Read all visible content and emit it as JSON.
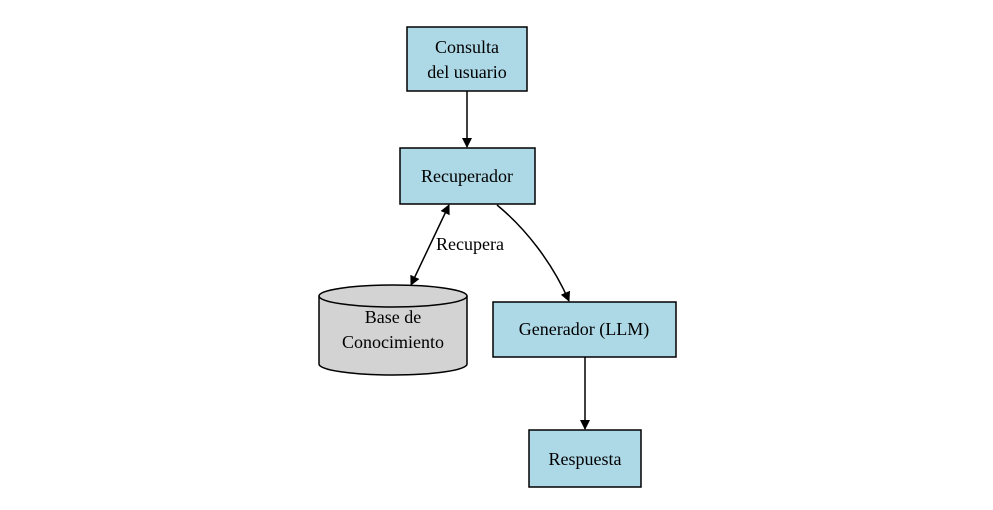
{
  "diagram": {
    "type": "flowchart",
    "colors": {
      "process_fill": "#add8e6",
      "database_fill": "#d3d3d3",
      "stroke": "#000000",
      "background": "#ffffff"
    },
    "nodes": {
      "consulta": {
        "lines": [
          "Consulta",
          "del usuario"
        ],
        "shape": "box"
      },
      "recuperador": {
        "lines": [
          "Recuperador"
        ],
        "shape": "box"
      },
      "base": {
        "lines": [
          "Base de",
          "Conocimiento"
        ],
        "shape": "cylinder"
      },
      "generador": {
        "lines": [
          "Generador (LLM)"
        ],
        "shape": "box"
      },
      "respuesta": {
        "lines": [
          "Respuesta"
        ],
        "shape": "box"
      }
    },
    "edges": [
      {
        "from": "consulta",
        "to": "recuperador",
        "label": "",
        "direction": "forward"
      },
      {
        "from": "recuperador",
        "to": "base",
        "label": "Recupera",
        "direction": "both"
      },
      {
        "from": "recuperador",
        "to": "generador",
        "label": "",
        "direction": "forward"
      },
      {
        "from": "generador",
        "to": "respuesta",
        "label": "",
        "direction": "forward"
      }
    ]
  }
}
